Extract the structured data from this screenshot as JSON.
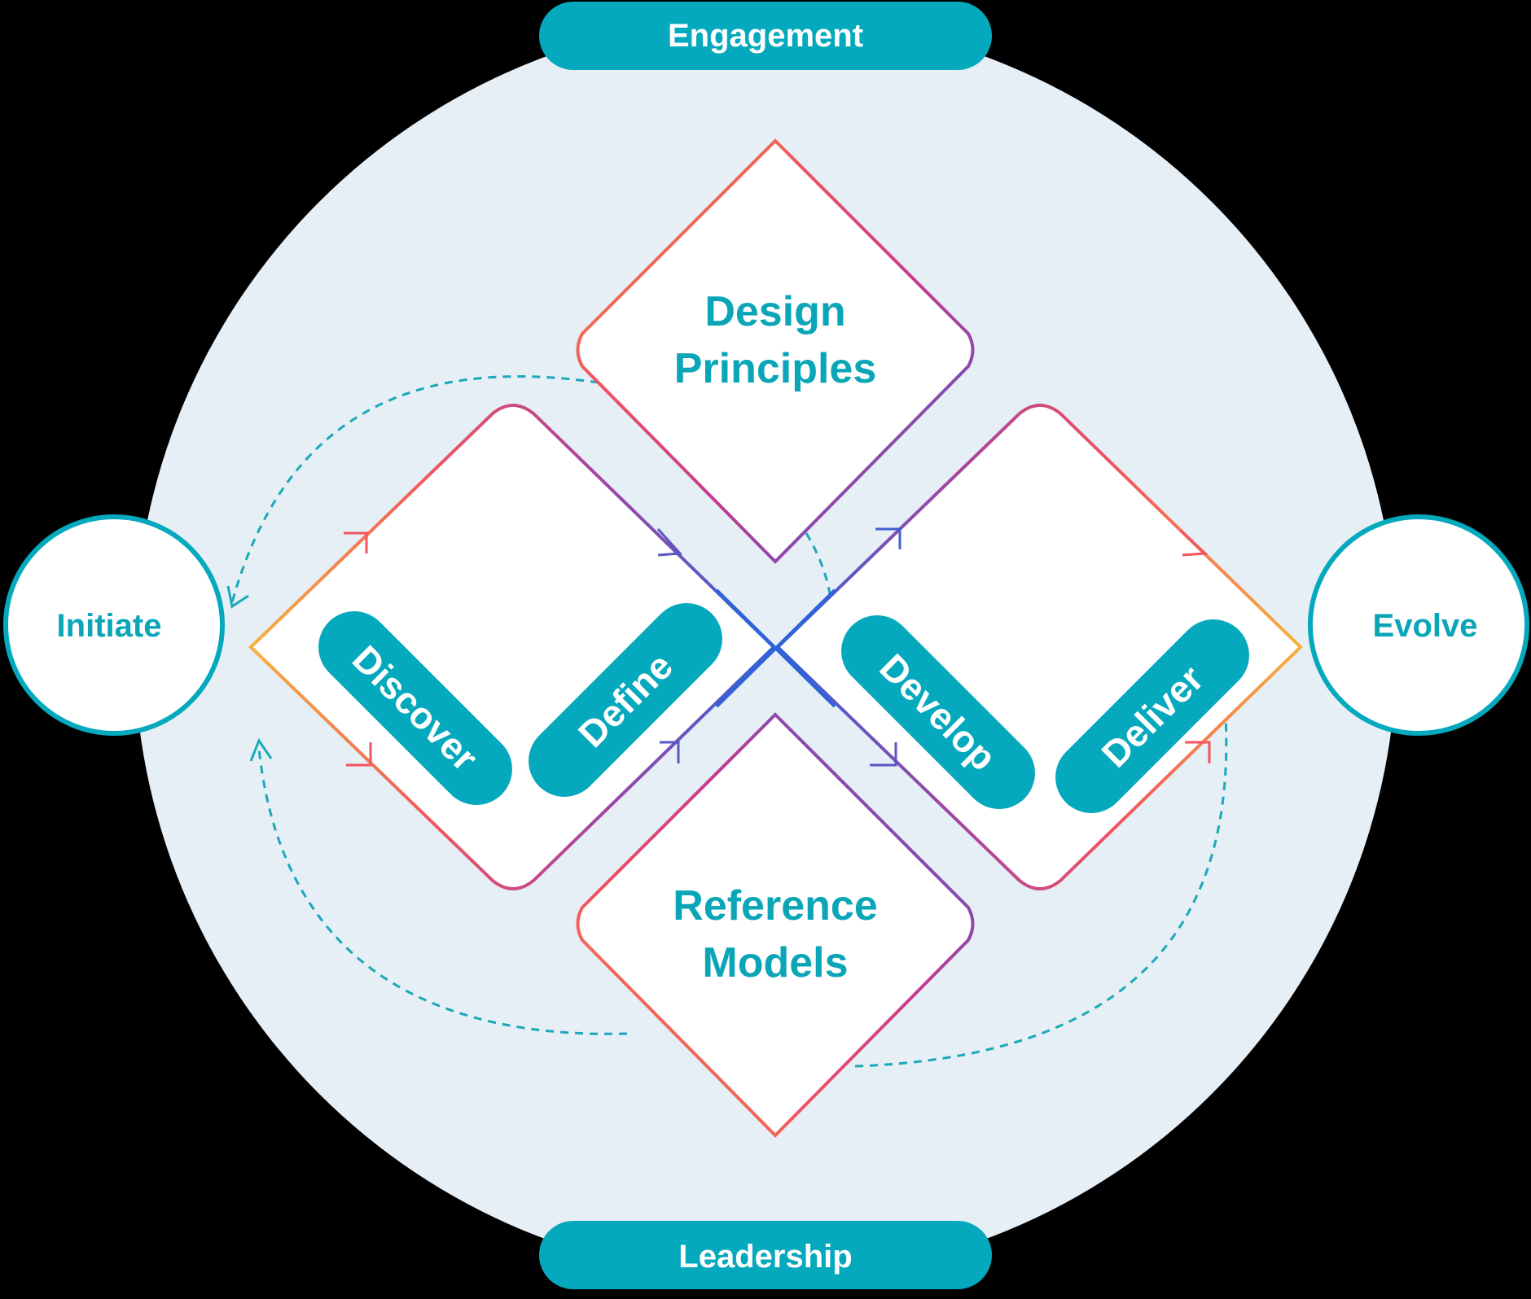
{
  "colors": {
    "background": "#000000",
    "circle_fill": "#e6eef6",
    "teal": "#05a9bd",
    "text_teal": "#0aa6b8",
    "gradient_warm": [
      "#f7b03c",
      "#f2545e",
      "#c73a8f",
      "#7a4fb5",
      "#2f63d8"
    ]
  },
  "diagram": {
    "top_pill": "Engagement",
    "bottom_pill": "Leadership",
    "left_node": "Initiate",
    "right_node": "Evolve",
    "top_diamond": {
      "line1": "Design",
      "line2": "Principles"
    },
    "bottom_diamond": {
      "line1": "Reference",
      "line2": "Models"
    },
    "phases": [
      "Discover",
      "Define",
      "Develop",
      "Deliver"
    ]
  }
}
